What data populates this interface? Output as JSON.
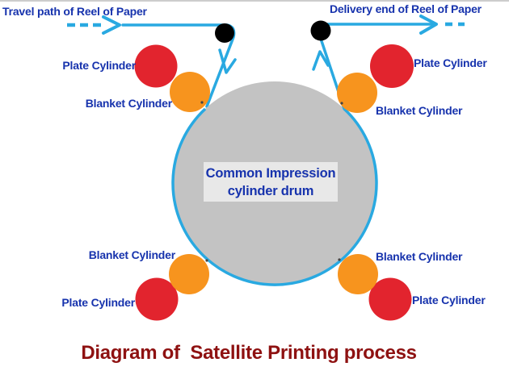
{
  "title": "Diagram of  Satellite Printing process",
  "flow": {
    "travel_path_label": "Travel path of Reel of Paper",
    "delivery_end_label": "Delivery end of Reel of Paper"
  },
  "drum": {
    "label_line1": "Common Impression",
    "label_line2": "cylinder drum"
  },
  "cylinders": {
    "top_left": {
      "plate": "Plate Cylinder",
      "blanket": "Blanket Cylinder"
    },
    "top_right": {
      "plate": "Plate Cylinder",
      "blanket": "Blanket Cylinder"
    },
    "bottom_left": {
      "plate": "Plate Cylinder",
      "blanket": "Blanket Cylinder"
    },
    "bottom_right": {
      "plate": "Plate Cylinder",
      "blanket": "Blanket Cylinder"
    }
  },
  "colors": {
    "paper_path_cyan": "#29a9e1",
    "plate_red": "#e2242e",
    "blanket_orange": "#f7941e",
    "drum_gray": "#c3c3c3",
    "drum_label_bg": "#e8e8e8",
    "label_navy": "#1733ad",
    "title_maroon": "#8e1111",
    "roller_black": "#000000"
  }
}
